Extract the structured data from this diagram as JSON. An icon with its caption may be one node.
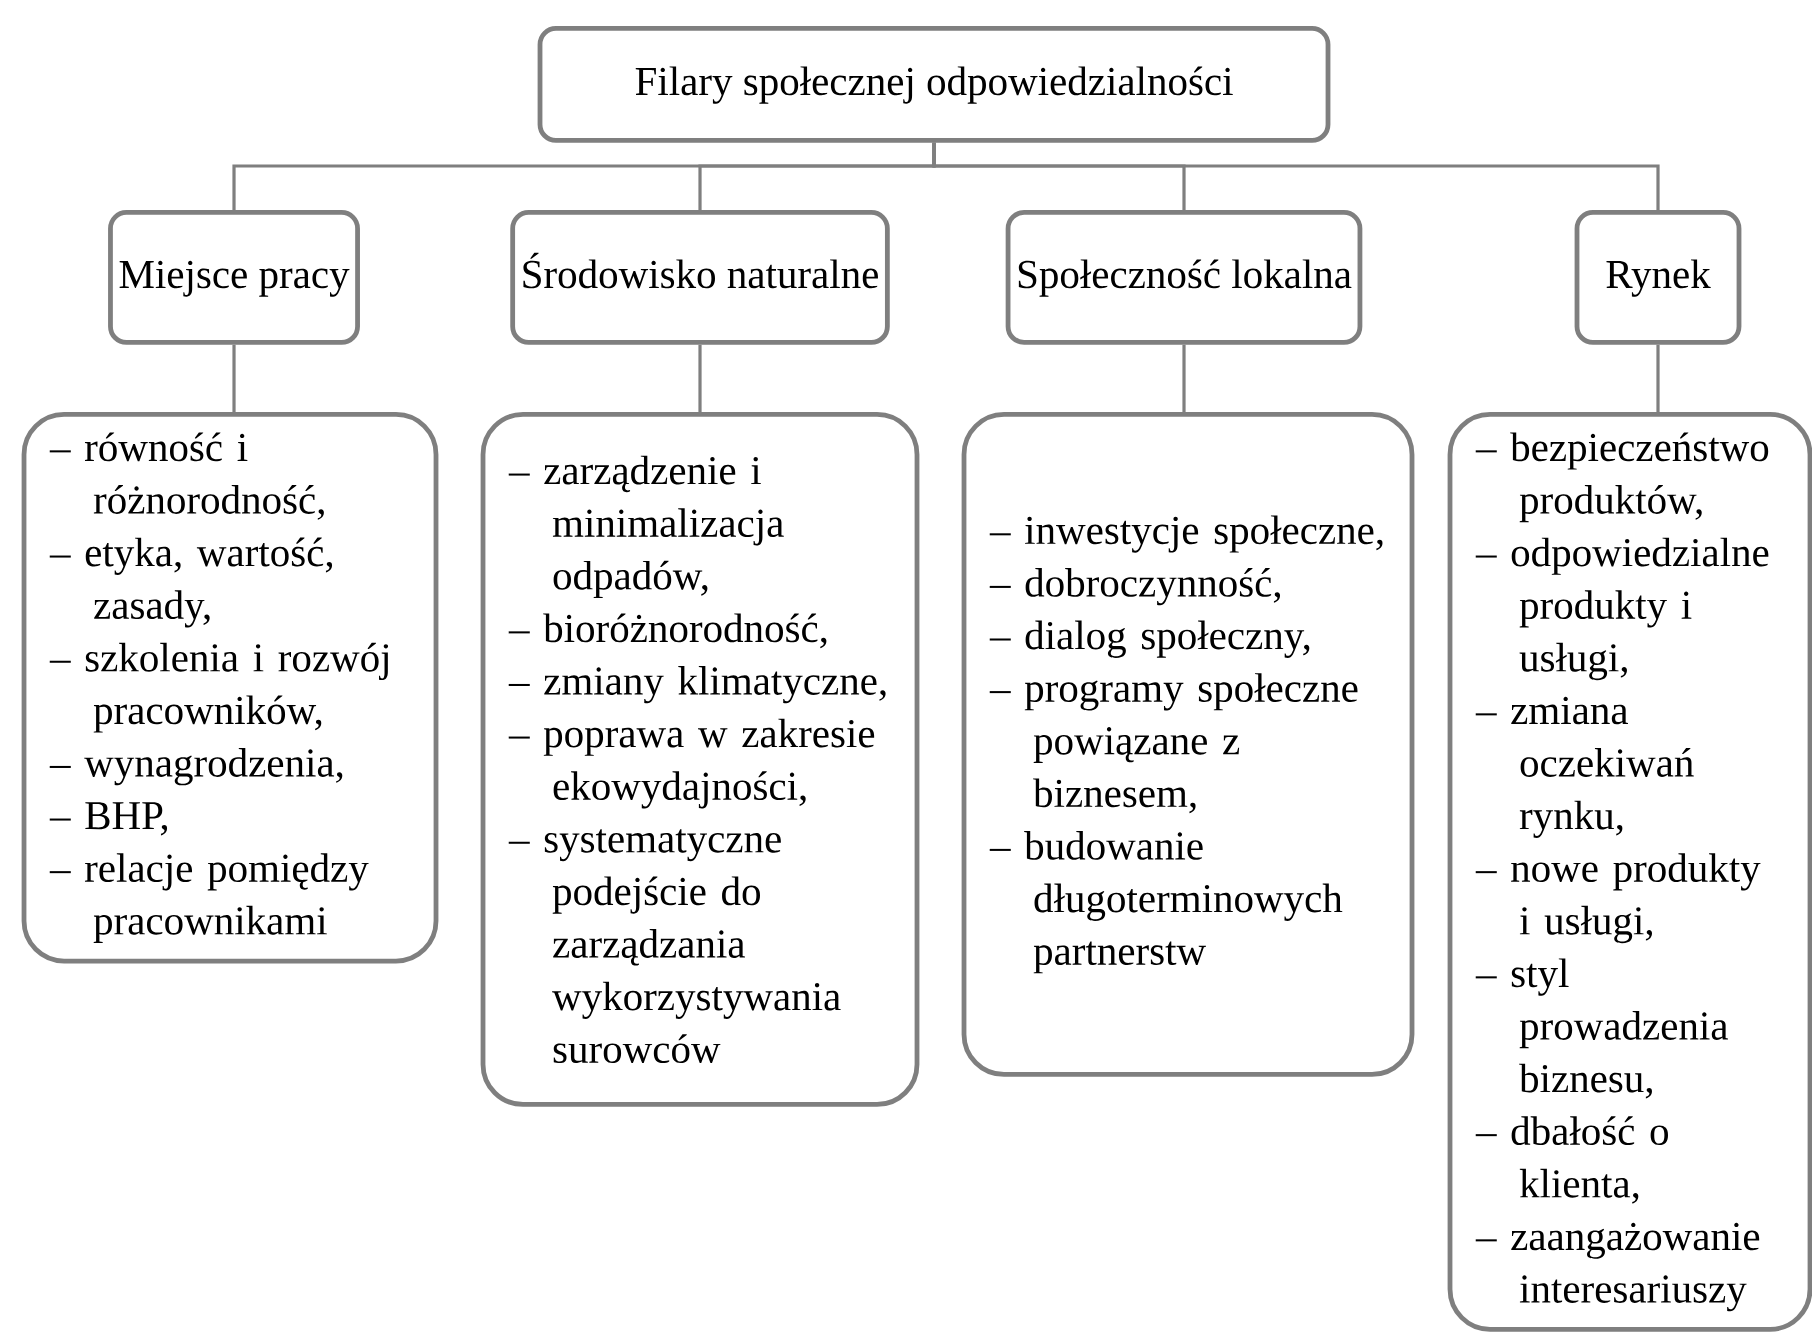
{
  "diagram": {
    "nodes": [
      {
        "text": [
          "Filary społecznej odpowiedzialności"
        ]
      },
      {
        "text": [
          "Miejsce pracy"
        ]
      },
      {
        "text": [
          "Środowisko naturalne"
        ]
      },
      {
        "text": [
          "Społeczność lokalna"
        ]
      },
      {
        "text": [
          "Rynek"
        ]
      },
      {
        "text": [
          "– równość i różnorodność,",
          "– etyka, wartość, zasady,",
          "– szkolenia i rozwój pracowników,",
          "– wynagrodzenia,",
          "– BHP,",
          "– relacje pomiędzy pracownikami"
        ]
      },
      {
        "text": [
          "– zarządzenie i minimalizacja odpadów,",
          "– bioróżnorodność,",
          "– zmiany klimatyczne,",
          "– poprawa w zakresie ekowydajności,",
          "– systematyczne podejście do zarządzania wykorzystywania surowców"
        ]
      },
      {
        "text": [
          "– inwestycje społeczne,",
          "– dobroczynność,",
          "– dialog społeczny,",
          "– programy społeczne powiązane z biznesem,",
          "– budowanie długoterminowych partnerstw"
        ]
      },
      {
        "text": [
          "– bezpieczeństwo produktów,",
          "– odpowiedzialne produkty i usługi,",
          "– zmiana oczekiwań rynku,",
          "– nowe produkty i usługi,",
          "– styl prowadzenia biznesu,",
          "– dbałość o klienta,",
          "– zaangażowanie interesariuszy"
        ]
      }
    ],
    "edges": [
      {
        "from": 0,
        "to": 1,
        "arrow": "none"
      },
      {
        "from": 0,
        "to": 2,
        "arrow": "none"
      },
      {
        "from": 0,
        "to": 3,
        "arrow": "none"
      },
      {
        "from": 0,
        "to": 4,
        "arrow": "none"
      },
      {
        "from": 1,
        "to": 5,
        "arrow": "none"
      },
      {
        "from": 2,
        "to": 6,
        "arrow": "none"
      },
      {
        "from": 3,
        "to": 7,
        "arrow": "none"
      },
      {
        "from": 4,
        "to": 8,
        "arrow": "none"
      }
    ]
  }
}
